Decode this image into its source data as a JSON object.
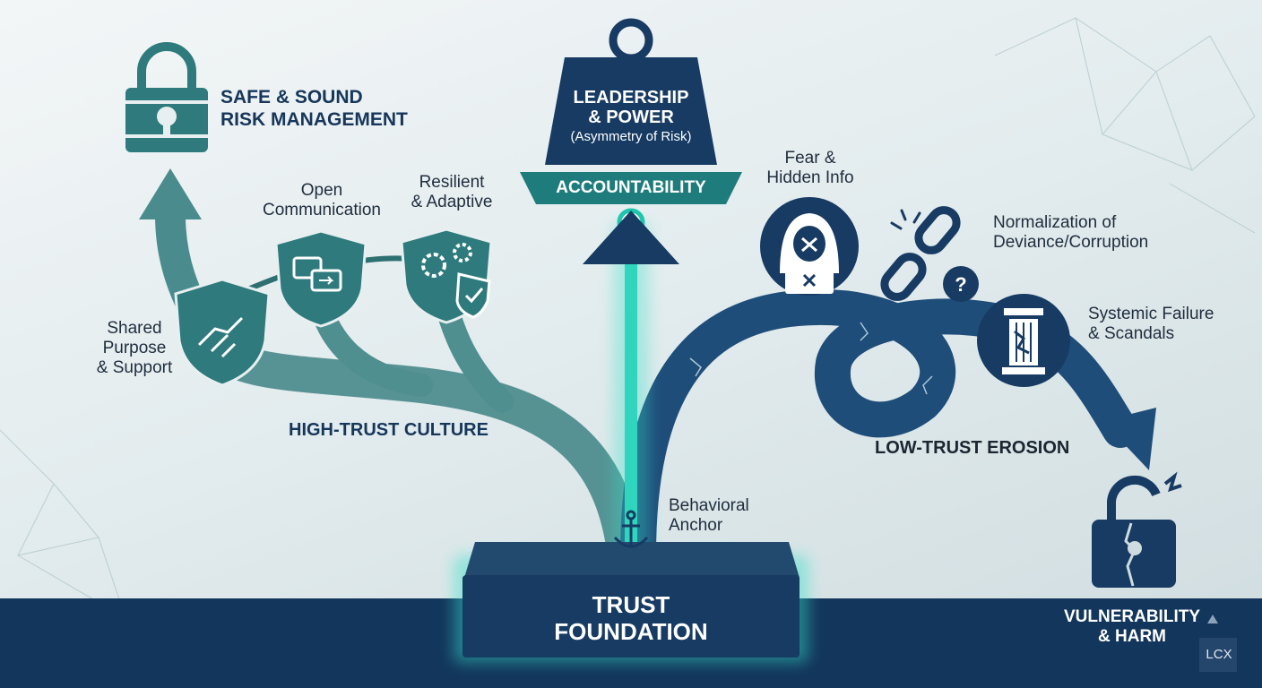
{
  "colors": {
    "navy": "#173b63",
    "teal": "#2e7a7c",
    "teal_light": "#58a0a0",
    "glow": "#35e0c8",
    "bottom_band": "#13365c"
  },
  "high_trust": {
    "goal": {
      "line1": "SAFE & SOUND",
      "line2": "RISK MANAGEMENT",
      "icon": "padlock-icon"
    },
    "branches": [
      {
        "line1": "Shared",
        "line2": "Purpose",
        "line3": "& Support",
        "icon": "handshake-shield-icon"
      },
      {
        "line1": "Open",
        "line2": "Communication",
        "icon": "chat-shield-icon"
      },
      {
        "line1": "Resilient",
        "line2": "& Adaptive",
        "icon": "gears-shield-icon"
      }
    ],
    "culture_label": "HIGH-TRUST CULTURE"
  },
  "center": {
    "weight": {
      "line1": "LEADERSHIP",
      "line2": "& POWER",
      "line3": "(Asymmetry of Risk)"
    },
    "accountability": "ACCOUNTABILITY",
    "anchor": {
      "line1": "Behavioral",
      "line2": "Anchor",
      "icon": "anchor-icon"
    },
    "foundation": {
      "line1": "TRUST",
      "line2": "FOUNDATION"
    }
  },
  "low_trust": {
    "steps": [
      {
        "line1": "Fear &",
        "line2": "Hidden Info",
        "icon": "hooded-figure-icon"
      },
      {
        "line1": "Normalization of",
        "line2": "Deviance/Corruption",
        "icon": "broken-chain-icon"
      },
      {
        "line1": "Systemic Failure",
        "line2": "& Scandals",
        "icon": "broken-pillar-icon"
      }
    ],
    "erosion_label": "LOW-TRUST EROSION",
    "outcome": {
      "line1": "VULNERABILITY",
      "line2": "& HARM",
      "icon": "broken-padlock-icon"
    }
  },
  "watermark": "LCX"
}
